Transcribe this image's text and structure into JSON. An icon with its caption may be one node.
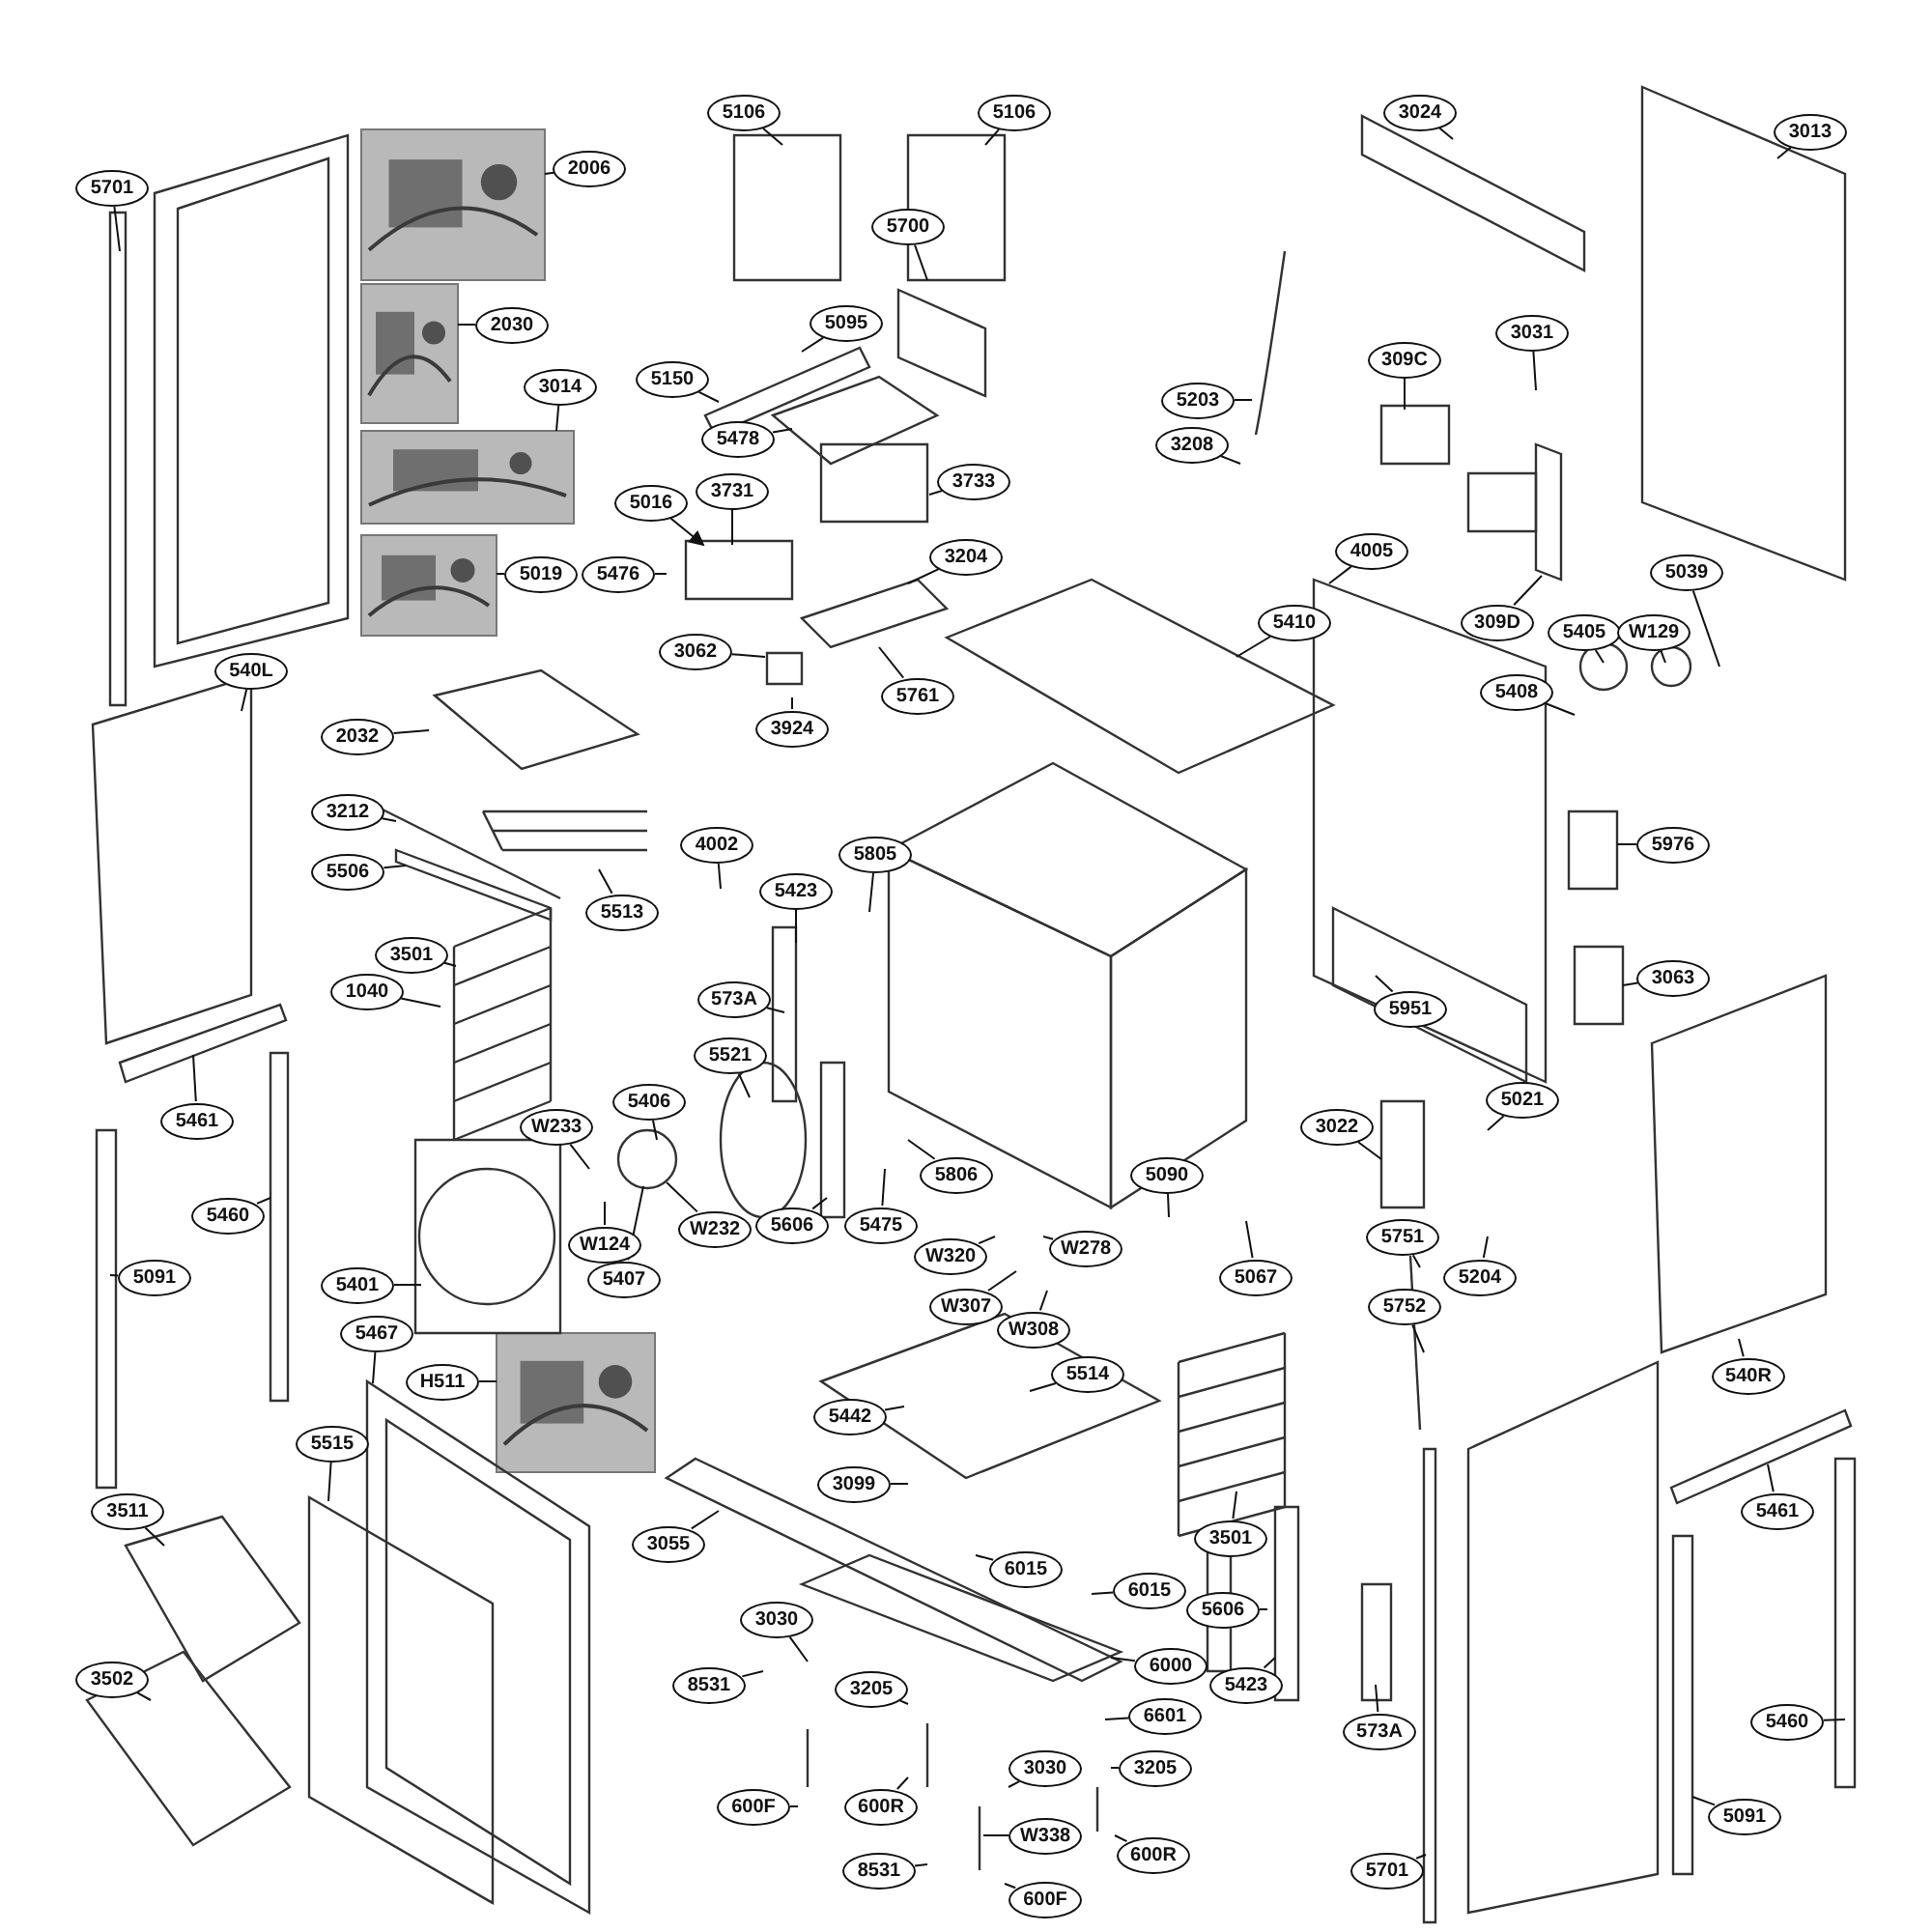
{
  "diagram": {
    "nodes": [
      {
        "text": [
          "5701"
        ]
      },
      {
        "text": [
          "2006"
        ]
      },
      {
        "text": [
          "2030"
        ]
      },
      {
        "text": [
          "3014"
        ]
      },
      {
        "text": [
          "5019"
        ]
      },
      {
        "text": [
          "5106"
        ]
      },
      {
        "text": [
          "5106"
        ]
      },
      {
        "text": [
          "5700"
        ]
      },
      {
        "text": [
          "5095"
        ]
      },
      {
        "text": [
          "5150"
        ]
      },
      {
        "text": [
          "5478"
        ]
      },
      {
        "text": [
          "3731"
        ]
      },
      {
        "text": [
          "3733"
        ]
      },
      {
        "text": [
          "5016"
        ]
      },
      {
        "text": [
          "5476"
        ]
      },
      {
        "text": [
          "3204"
        ]
      },
      {
        "text": [
          "3062"
        ]
      },
      {
        "text": [
          "3924"
        ]
      },
      {
        "text": [
          "5761"
        ]
      },
      {
        "text": [
          "3024"
        ]
      },
      {
        "text": [
          "3013"
        ]
      },
      {
        "text": [
          "3031"
        ]
      },
      {
        "text": [
          "309C"
        ]
      },
      {
        "text": [
          "5203"
        ]
      },
      {
        "text": [
          "3208"
        ]
      },
      {
        "text": [
          "4005"
        ]
      },
      {
        "text": [
          "5039"
        ]
      },
      {
        "text": [
          "309D"
        ]
      },
      {
        "text": [
          "5405"
        ]
      },
      {
        "text": [
          "W129"
        ]
      },
      {
        "text": [
          "5410"
        ]
      },
      {
        "text": [
          "5408"
        ]
      },
      {
        "text": [
          "540L"
        ]
      },
      {
        "text": [
          "2032"
        ]
      },
      {
        "text": [
          "3212"
        ]
      },
      {
        "text": [
          "5506"
        ]
      },
      {
        "text": [
          "5513"
        ]
      },
      {
        "text": [
          "4002"
        ]
      },
      {
        "text": [
          "5805"
        ]
      },
      {
        "text": [
          "5423"
        ]
      },
      {
        "text": [
          "5976"
        ]
      },
      {
        "text": [
          "3501"
        ]
      },
      {
        "text": [
          "1040"
        ]
      },
      {
        "text": [
          "573A"
        ]
      },
      {
        "text": [
          "3063"
        ]
      },
      {
        "text": [
          "5521"
        ]
      },
      {
        "text": [
          "5951"
        ]
      },
      {
        "text": [
          "5461"
        ]
      },
      {
        "text": [
          "W233"
        ]
      },
      {
        "text": [
          "5406"
        ]
      },
      {
        "text": [
          "5021"
        ]
      },
      {
        "text": [
          "3022"
        ]
      },
      {
        "text": [
          "5460"
        ]
      },
      {
        "text": [
          "5091"
        ]
      },
      {
        "text": [
          "5401"
        ]
      },
      {
        "text": [
          "W124"
        ]
      },
      {
        "text": [
          "W232"
        ]
      },
      {
        "text": [
          "5407"
        ]
      },
      {
        "text": [
          "5606"
        ]
      },
      {
        "text": [
          "5475"
        ]
      },
      {
        "text": [
          "5806"
        ]
      },
      {
        "text": [
          "5090"
        ]
      },
      {
        "text": [
          "W320"
        ]
      },
      {
        "text": [
          "W278"
        ]
      },
      {
        "text": [
          "W307"
        ]
      },
      {
        "text": [
          "W308"
        ]
      },
      {
        "text": [
          "5067"
        ]
      },
      {
        "text": [
          "5204"
        ]
      },
      {
        "text": [
          "5751"
        ]
      },
      {
        "text": [
          "5752"
        ]
      },
      {
        "text": [
          "540R"
        ]
      },
      {
        "text": [
          "5467"
        ]
      },
      {
        "text": [
          "H511"
        ]
      },
      {
        "text": [
          "5442"
        ]
      },
      {
        "text": [
          "5514"
        ]
      },
      {
        "text": [
          "3099"
        ]
      },
      {
        "text": [
          "3055"
        ]
      },
      {
        "text": [
          "5515"
        ]
      },
      {
        "text": [
          "3511"
        ]
      },
      {
        "text": [
          "3501"
        ]
      },
      {
        "text": [
          "5461"
        ]
      },
      {
        "text": [
          "6015"
        ]
      },
      {
        "text": [
          "6015"
        ]
      },
      {
        "text": [
          "5606"
        ]
      },
      {
        "text": [
          "3030"
        ]
      },
      {
        "text": [
          "6000"
        ]
      },
      {
        "text": [
          "3502"
        ]
      },
      {
        "text": [
          "8531"
        ]
      },
      {
        "text": [
          "3205"
        ]
      },
      {
        "text": [
          "5423"
        ]
      },
      {
        "text": [
          "573A"
        ]
      },
      {
        "text": [
          "6601"
        ]
      },
      {
        "text": [
          "5460"
        ]
      },
      {
        "text": [
          "3030"
        ]
      },
      {
        "text": [
          "3205"
        ]
      },
      {
        "text": [
          "600F"
        ]
      },
      {
        "text": [
          "600R"
        ]
      },
      {
        "text": [
          "W338"
        ]
      },
      {
        "text": [
          "600R"
        ]
      },
      {
        "text": [
          "8531"
        ]
      },
      {
        "text": [
          "600F"
        ]
      },
      {
        "text": [
          "5701"
        ]
      },
      {
        "text": [
          "5091"
        ]
      },
      {
        "text": [],
        "shape": "picture"
      },
      {
        "text": [],
        "shape": "picture"
      },
      {
        "text": [],
        "shape": "picture"
      },
      {
        "text": [],
        "shape": "picture"
      },
      {
        "text": [],
        "shape": "picture"
      }
    ],
    "edges": [
      {
        "from": 0,
        "to": null,
        "arrow": "none"
      },
      {
        "from": 1,
        "to": 103,
        "arrow": "none"
      },
      {
        "from": 2,
        "to": 104,
        "arrow": "none"
      },
      {
        "from": 3,
        "to": 105,
        "arrow": "none"
      },
      {
        "from": 4,
        "to": 106,
        "arrow": "none"
      },
      {
        "from": 5,
        "to": null,
        "arrow": "none"
      },
      {
        "from": 6,
        "to": null,
        "arrow": "none"
      },
      {
        "from": 7,
        "to": null,
        "arrow": "none"
      },
      {
        "from": 8,
        "to": null,
        "arrow": "none"
      },
      {
        "from": 9,
        "to": null,
        "arrow": "none"
      },
      {
        "from": 10,
        "to": null,
        "arrow": "none"
      },
      {
        "from": 11,
        "to": null,
        "arrow": "none"
      },
      {
        "from": 12,
        "to": null,
        "arrow": "none"
      },
      {
        "from": 13,
        "to": null,
        "arrow": "to"
      },
      {
        "from": 14,
        "to": null,
        "arrow": "none"
      },
      {
        "from": 15,
        "to": null,
        "arrow": "none"
      },
      {
        "from": 16,
        "to": null,
        "arrow": "none"
      },
      {
        "from": 17,
        "to": null,
        "arrow": "none"
      },
      {
        "from": 18,
        "to": null,
        "arrow": "none"
      },
      {
        "from": 19,
        "to": null,
        "arrow": "none"
      },
      {
        "from": 20,
        "to": null,
        "arrow": "none"
      },
      {
        "from": 21,
        "to": null,
        "arrow": "none"
      },
      {
        "from": 22,
        "to": null,
        "arrow": "none"
      },
      {
        "from": 23,
        "to": null,
        "arrow": "none"
      },
      {
        "from": 24,
        "to": null,
        "arrow": "none"
      },
      {
        "from": 25,
        "to": null,
        "arrow": "none"
      },
      {
        "from": 26,
        "to": null,
        "arrow": "none"
      },
      {
        "from": 27,
        "to": null,
        "arrow": "none"
      },
      {
        "from": 28,
        "to": null,
        "arrow": "none"
      },
      {
        "from": 29,
        "to": null,
        "arrow": "none"
      },
      {
        "from": 30,
        "to": null,
        "arrow": "none"
      },
      {
        "from": 31,
        "to": null,
        "arrow": "none"
      },
      {
        "from": 32,
        "to": null,
        "arrow": "none"
      },
      {
        "from": 33,
        "to": null,
        "arrow": "none"
      },
      {
        "from": 34,
        "to": null,
        "arrow": "none"
      },
      {
        "from": 35,
        "to": null,
        "arrow": "none"
      },
      {
        "from": 36,
        "to": null,
        "arrow": "none"
      },
      {
        "from": 37,
        "to": null,
        "arrow": "none"
      },
      {
        "from": 38,
        "to": null,
        "arrow": "none"
      },
      {
        "from": 39,
        "to": null,
        "arrow": "none"
      },
      {
        "from": 40,
        "to": null,
        "arrow": "none"
      },
      {
        "from": 41,
        "to": null,
        "arrow": "none"
      },
      {
        "from": 42,
        "to": null,
        "arrow": "none"
      },
      {
        "from": 43,
        "to": null,
        "arrow": "none"
      },
      {
        "from": 44,
        "to": null,
        "arrow": "none"
      },
      {
        "from": 45,
        "to": null,
        "arrow": "none"
      },
      {
        "from": 46,
        "to": null,
        "arrow": "none"
      },
      {
        "from": 47,
        "to": null,
        "arrow": "none"
      },
      {
        "from": 48,
        "to": null,
        "arrow": "none"
      },
      {
        "from": 49,
        "to": null,
        "arrow": "none"
      },
      {
        "from": 50,
        "to": null,
        "arrow": "none"
      },
      {
        "from": 51,
        "to": null,
        "arrow": "none"
      },
      {
        "from": 52,
        "to": null,
        "arrow": "none"
      },
      {
        "from": 53,
        "to": null,
        "arrow": "none"
      },
      {
        "from": 54,
        "to": null,
        "arrow": "none"
      },
      {
        "from": 55,
        "to": null,
        "arrow": "none"
      },
      {
        "from": 56,
        "to": null,
        "arrow": "none"
      },
      {
        "from": 57,
        "to": null,
        "arrow": "none"
      },
      {
        "from": 58,
        "to": null,
        "arrow": "none"
      },
      {
        "from": 59,
        "to": null,
        "arrow": "none"
      },
      {
        "from": 60,
        "to": null,
        "arrow": "none"
      },
      {
        "from": 61,
        "to": null,
        "arrow": "none"
      },
      {
        "from": 62,
        "to": null,
        "arrow": "none"
      },
      {
        "from": 63,
        "to": null,
        "arrow": "none"
      },
      {
        "from": 64,
        "to": null,
        "arrow": "none"
      },
      {
        "from": 65,
        "to": null,
        "arrow": "none"
      },
      {
        "from": 66,
        "to": null,
        "arrow": "none"
      },
      {
        "from": 67,
        "to": null,
        "arrow": "none"
      },
      {
        "from": 68,
        "to": null,
        "arrow": "none"
      },
      {
        "from": 69,
        "to": null,
        "arrow": "none"
      },
      {
        "from": 70,
        "to": null,
        "arrow": "none"
      },
      {
        "from": 71,
        "to": null,
        "arrow": "none"
      },
      {
        "from": 72,
        "to": 107,
        "arrow": "none"
      },
      {
        "from": 73,
        "to": null,
        "arrow": "none"
      },
      {
        "from": 74,
        "to": null,
        "arrow": "none"
      },
      {
        "from": 75,
        "to": null,
        "arrow": "none"
      },
      {
        "from": 76,
        "to": null,
        "arrow": "none"
      },
      {
        "from": 77,
        "to": null,
        "arrow": "none"
      },
      {
        "from": 78,
        "to": null,
        "arrow": "none"
      },
      {
        "from": 79,
        "to": null,
        "arrow": "none"
      },
      {
        "from": 80,
        "to": null,
        "arrow": "none"
      },
      {
        "from": 81,
        "to": null,
        "arrow": "none"
      },
      {
        "from": 82,
        "to": null,
        "arrow": "none"
      },
      {
        "from": 83,
        "to": null,
        "arrow": "none"
      },
      {
        "from": 84,
        "to": null,
        "arrow": "none"
      },
      {
        "from": 85,
        "to": null,
        "arrow": "none"
      },
      {
        "from": 86,
        "to": null,
        "arrow": "none"
      },
      {
        "from": 87,
        "to": null,
        "arrow": "none"
      },
      {
        "from": 88,
        "to": null,
        "arrow": "none"
      },
      {
        "from": 89,
        "to": null,
        "arrow": "none"
      },
      {
        "from": 90,
        "to": null,
        "arrow": "none"
      },
      {
        "from": 91,
        "to": null,
        "arrow": "none"
      },
      {
        "from": 92,
        "to": null,
        "arrow": "none"
      },
      {
        "from": 93,
        "to": null,
        "arrow": "none"
      },
      {
        "from": 94,
        "to": null,
        "arrow": "none"
      },
      {
        "from": 95,
        "to": null,
        "arrow": "none"
      },
      {
        "from": 96,
        "to": null,
        "arrow": "none"
      },
      {
        "from": 97,
        "to": null,
        "arrow": "none"
      },
      {
        "from": 98,
        "to": null,
        "arrow": "none"
      },
      {
        "from": 99,
        "to": null,
        "arrow": "none"
      },
      {
        "from": 100,
        "to": null,
        "arrow": "none"
      },
      {
        "from": 101,
        "to": null,
        "arrow": "none"
      },
      {
        "from": 102,
        "to": null,
        "arrow": "none"
      }
    ]
  }
}
